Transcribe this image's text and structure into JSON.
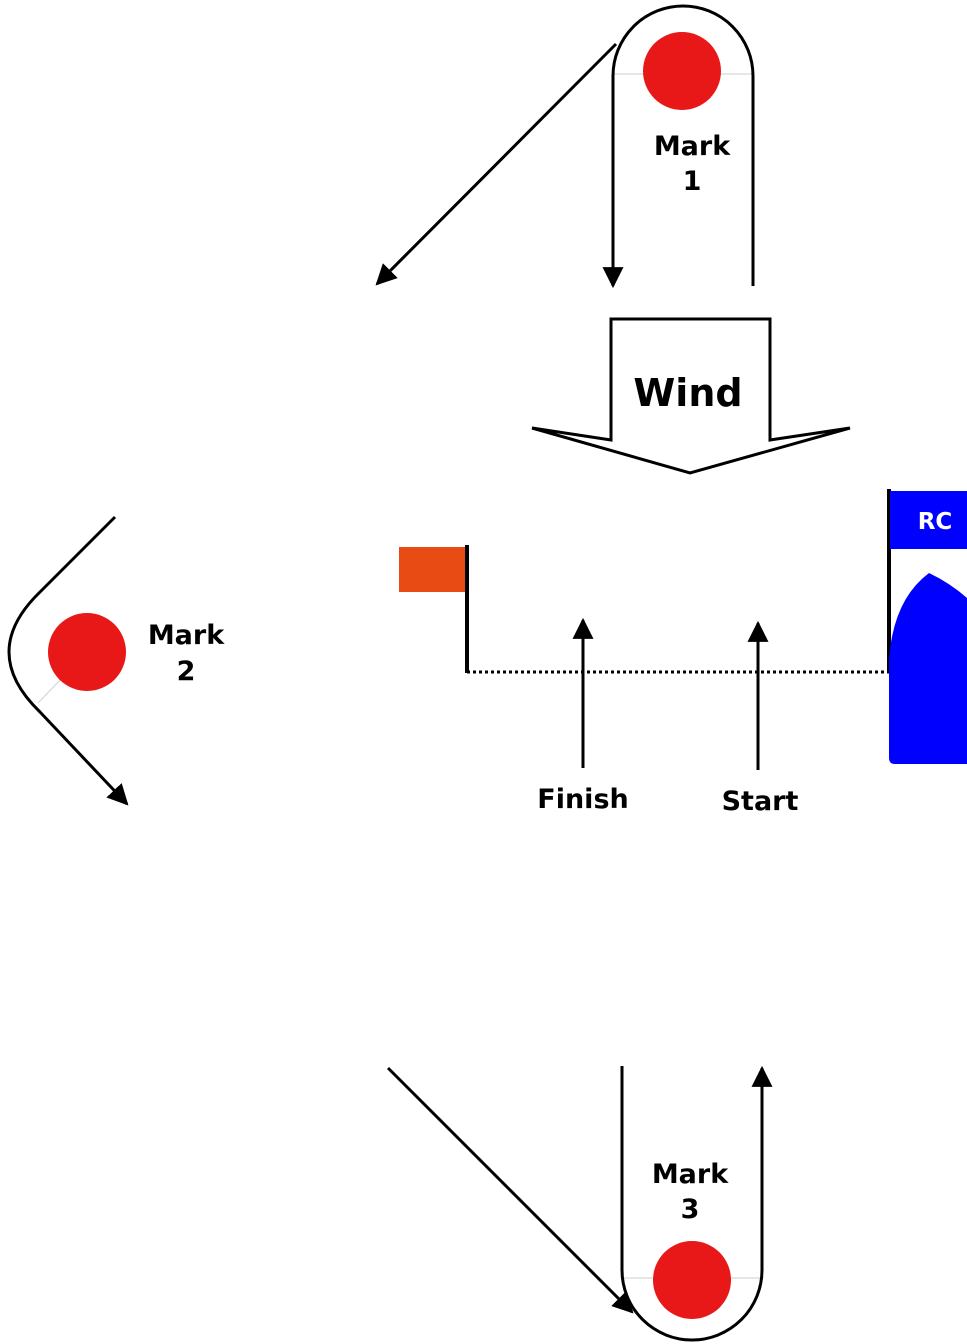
{
  "colors": {
    "mark": "#e81818",
    "flag": "#e84c14",
    "committee_boat": "#0000ff",
    "committee_flag_text": "#ffffff",
    "lines": "#000000"
  },
  "wind": {
    "label": "Wind",
    "direction": "down"
  },
  "marks": [
    {
      "label_line1": "Mark",
      "label_line2": "1"
    },
    {
      "label_line1": "Mark",
      "label_line2": "2"
    },
    {
      "label_line1": "Mark",
      "label_line2": "3"
    }
  ],
  "committee_boat": {
    "flag_text": "RC"
  },
  "start_finish": {
    "finish_label": "Finish",
    "start_label": "Start"
  }
}
